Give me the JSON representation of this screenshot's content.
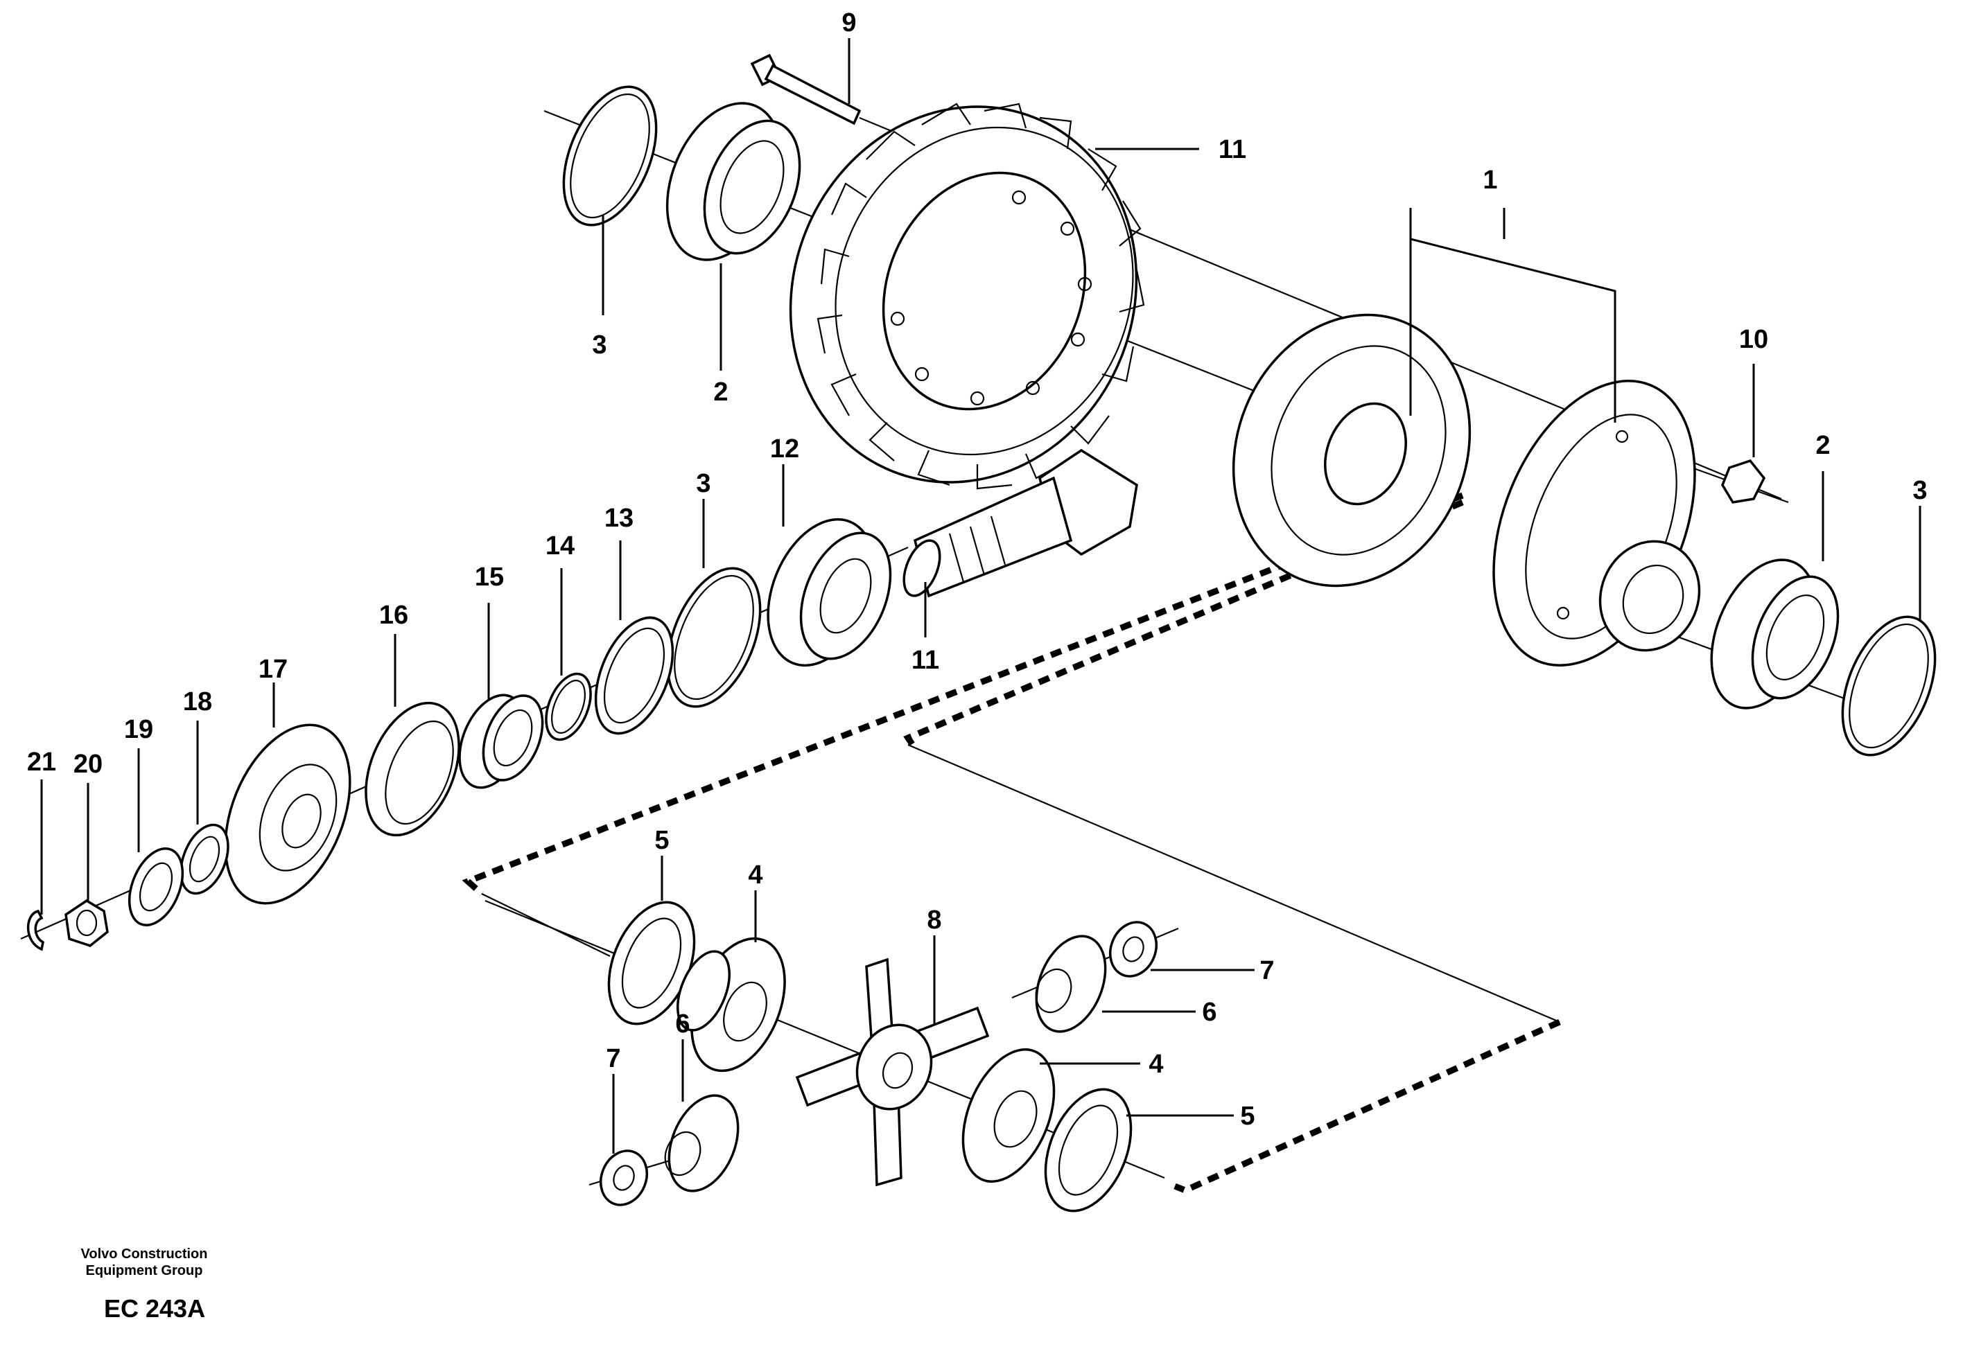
{
  "footer": {
    "company_line1": "Volvo Construction",
    "company_line2": "Equipment Group",
    "code": "EC 243A"
  },
  "callouts": {
    "c1": "1",
    "c2a": "2",
    "c2b": "2",
    "c3a": "3",
    "c3b": "3",
    "c3c": "3",
    "c4a": "4",
    "c4b": "4",
    "c5a": "5",
    "c5b": "5",
    "c6a": "6",
    "c6b": "6",
    "c7a": "7",
    "c7b": "7",
    "c8": "8",
    "c9": "9",
    "c10": "10",
    "c11a": "11",
    "c11b": "11",
    "c12": "12",
    "c13": "13",
    "c14": "14",
    "c15": "15",
    "c16": "16",
    "c17": "17",
    "c18": "18",
    "c19": "19",
    "c20": "20",
    "c21": "21"
  }
}
